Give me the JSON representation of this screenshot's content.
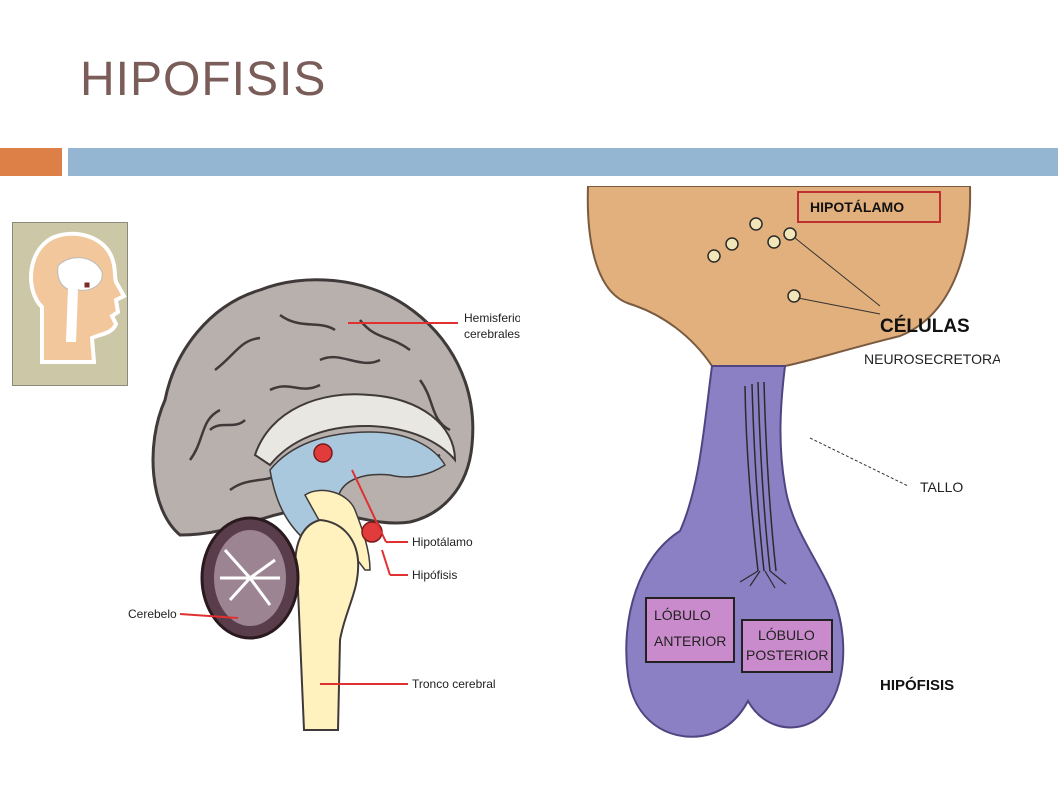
{
  "slide": {
    "title": "HIPOFISIS"
  },
  "colors": {
    "title": "#7a5c58",
    "accent_orange": "#dd8047",
    "accent_blue": "#94b6d2",
    "brain_gray": "#b8b0ad",
    "ventricle_blue": "#a9c8dd",
    "hypothalamus_tan": "#e2b07c",
    "pituitary_purple": "#8c80c4",
    "lobe_label_fill": "#c98bcb"
  },
  "brain": {
    "hemispheres": "Hemisferios\ncerebrales",
    "hemispheres_line1": "Hemisferios",
    "hemispheres_line2": "cerebrales",
    "hypothalamus": "Hipotálamo",
    "pituitary": "Hipófisis",
    "cerebellum": "Cerebelo",
    "brainstem": "Tronco cerebral"
  },
  "pituitary": {
    "hypothalamus": "HIPOTÁLAMO",
    "cells": "CÉLULAS",
    "neurosecretory": "NEUROSECRETORAS",
    "stalk": "TALLO",
    "anterior_line1": "LÓBULO",
    "anterior_line2": "ANTERIOR",
    "posterior_line1": "LÓBULO",
    "posterior_line2": "POSTERIOR",
    "caption": "HIPÓFISIS"
  }
}
